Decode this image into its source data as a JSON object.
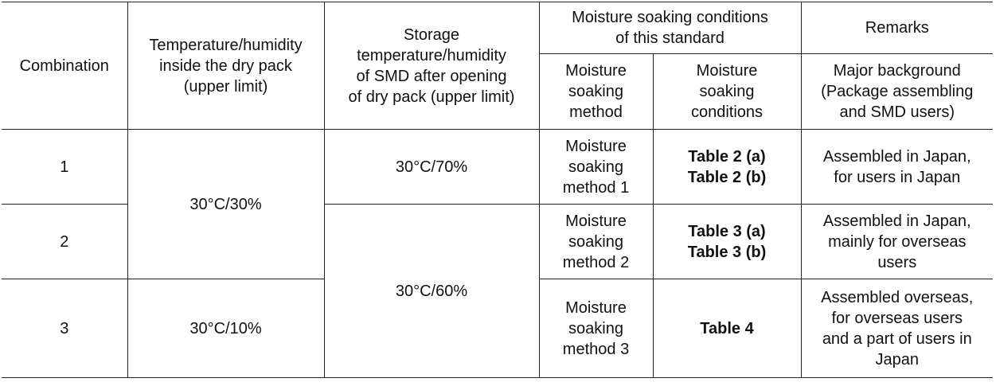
{
  "table": {
    "headers": {
      "combination": "Combination",
      "dry_pack": "Temperature/humidity\ninside the dry pack\n(upper limit)",
      "storage": "Storage\ntemperature/humidity\nof SMD after opening\nof dry pack (upper limit)",
      "conditions_group": "Moisture soaking conditions\nof this standard",
      "remarks_group": "Remarks",
      "method": "Moisture\nsoaking\nmethod",
      "conditions": "Moisture\nsoaking\nconditions",
      "background": "Major background\n(Package assembling\nand SMD users)"
    },
    "rows": [
      {
        "combination": "1",
        "method": "Moisture\nsoaking\nmethod 1",
        "conditions": "Table 2 (a)\nTable 2 (b)",
        "background": "Assembled in Japan,\nfor users in Japan"
      },
      {
        "combination": "2",
        "method": "Moisture\nsoaking\nmethod 2",
        "conditions": "Table 3 (a)\nTable 3 (b)",
        "background": "Assembled in Japan,\nmainly for overseas\nusers"
      },
      {
        "combination": "3",
        "method": "Moisture\nsoaking\nmethod 3",
        "conditions": "Table 4",
        "background": "Assembled overseas,\nfor overseas users\nand a part of users in\nJapan"
      }
    ],
    "merged": {
      "dry_pack_1_2": "30°C/30%",
      "dry_pack_3": "30°C/10%",
      "storage_1": "30°C/70%",
      "storage_2_3": "30°C/60%"
    }
  }
}
